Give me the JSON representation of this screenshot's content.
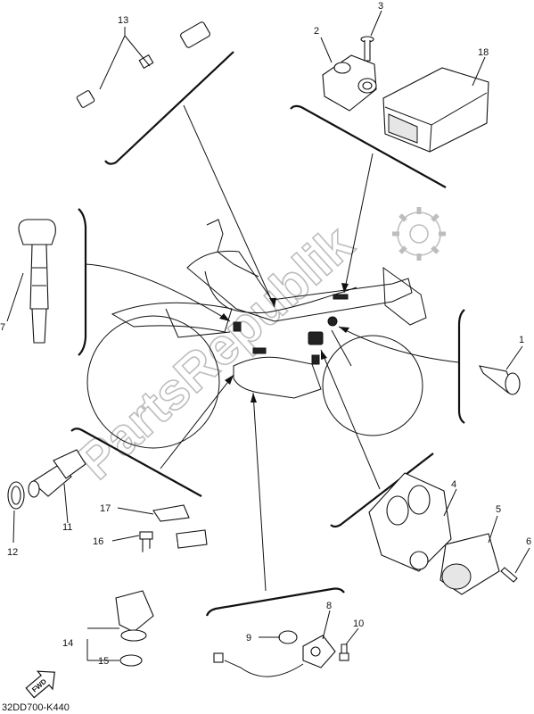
{
  "diagram": {
    "code": "32DD700-K440",
    "watermark": "PartsRepublik",
    "fwd_label": "FWD",
    "callouts": {
      "c1": "1",
      "c2": "2",
      "c3": "3",
      "c4": "4",
      "c5": "5",
      "c6": "6",
      "c7": "7",
      "c8": "8",
      "c9": "9",
      "c10": "10",
      "c11": "11",
      "c12": "12",
      "c13": "13",
      "c14": "14",
      "c15": "15",
      "c16": "16",
      "c17": "17",
      "c18": "18"
    }
  }
}
